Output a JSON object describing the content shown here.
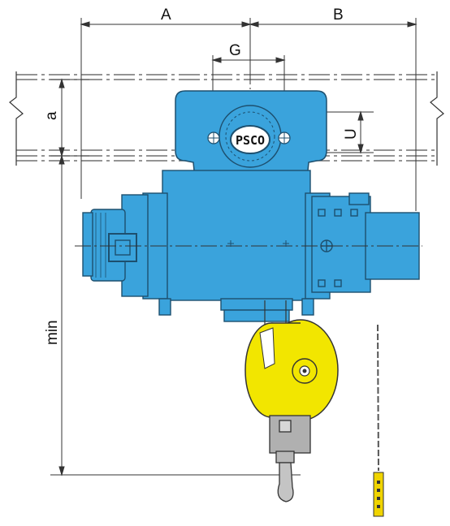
{
  "dimensions": {
    "a_upper": "A",
    "b_upper": "B",
    "g": "G",
    "a_lower": "a",
    "u": "U",
    "min": "min"
  },
  "logo": {
    "text": "PSCO"
  },
  "colors": {
    "body_blue": "#3aa3dc",
    "blue_dark": "#1f6f9e",
    "hook_yellow": "#f2e600",
    "hook_block_gray": "#a9a9a9",
    "line": "#222222"
  }
}
